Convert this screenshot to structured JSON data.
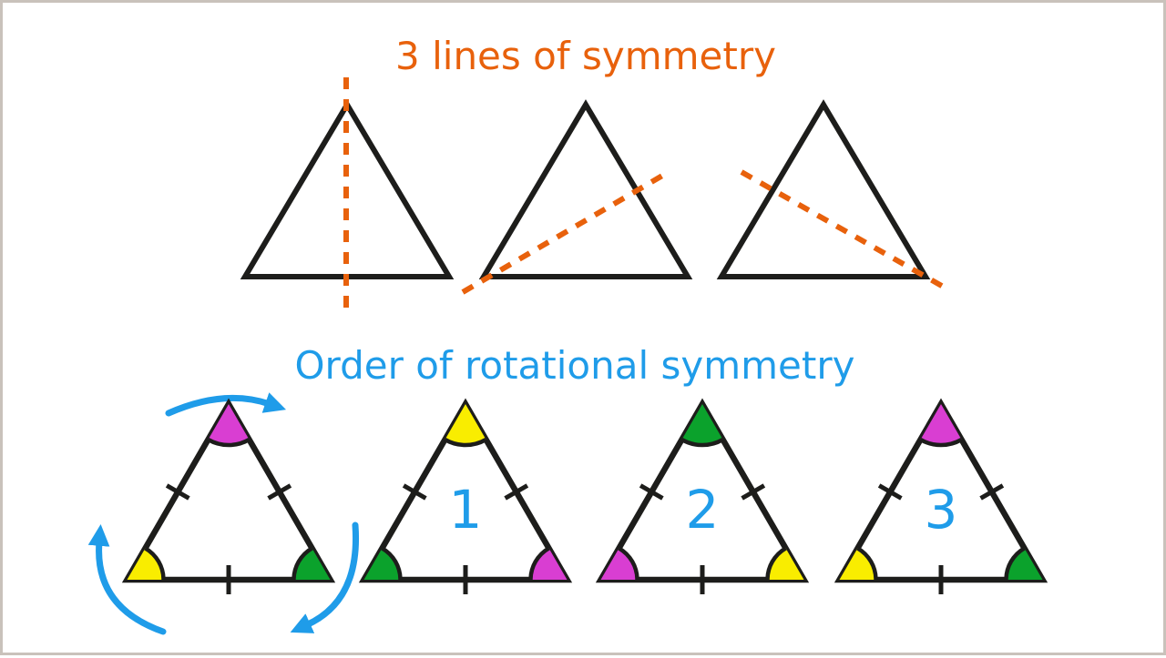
{
  "frame": {
    "background": "#ffffff",
    "border_color": "#c9c2bb"
  },
  "colors": {
    "outline": "#1d1d1b",
    "orange": "#e8610c",
    "blue": "#1f9ce9",
    "magenta": "#d93ed2",
    "yellow": "#f9ed00",
    "green": "#0ba22c",
    "white": "#ffffff"
  },
  "lines_section": {
    "title": "3 lines of symmetry",
    "line_count": 3,
    "lines": [
      {
        "name": "vertical-line-through-apex"
      },
      {
        "name": "diagonal-line-bottom-left-to-right-midpoint"
      },
      {
        "name": "diagonal-line-left-midpoint-to-bottom-right"
      }
    ]
  },
  "rotation_section": {
    "title": "Order of rotational symmetry",
    "direction": "clockwise",
    "items": [
      {
        "label": "",
        "top": "#d93ed2",
        "top_name": "magenta",
        "bl": "#f9ed00",
        "bl_name": "yellow",
        "br": "#0ba22c",
        "br_name": "green"
      },
      {
        "label": "1",
        "top": "#f9ed00",
        "top_name": "yellow",
        "bl": "#0ba22c",
        "bl_name": "green",
        "br": "#d93ed2",
        "br_name": "magenta"
      },
      {
        "label": "2",
        "top": "#0ba22c",
        "top_name": "green",
        "bl": "#d93ed2",
        "bl_name": "magenta",
        "br": "#f9ed00",
        "br_name": "yellow"
      },
      {
        "label": "3",
        "top": "#d93ed2",
        "top_name": "magenta",
        "bl": "#f9ed00",
        "bl_name": "yellow",
        "br": "#0ba22c",
        "br_name": "green"
      }
    ]
  }
}
